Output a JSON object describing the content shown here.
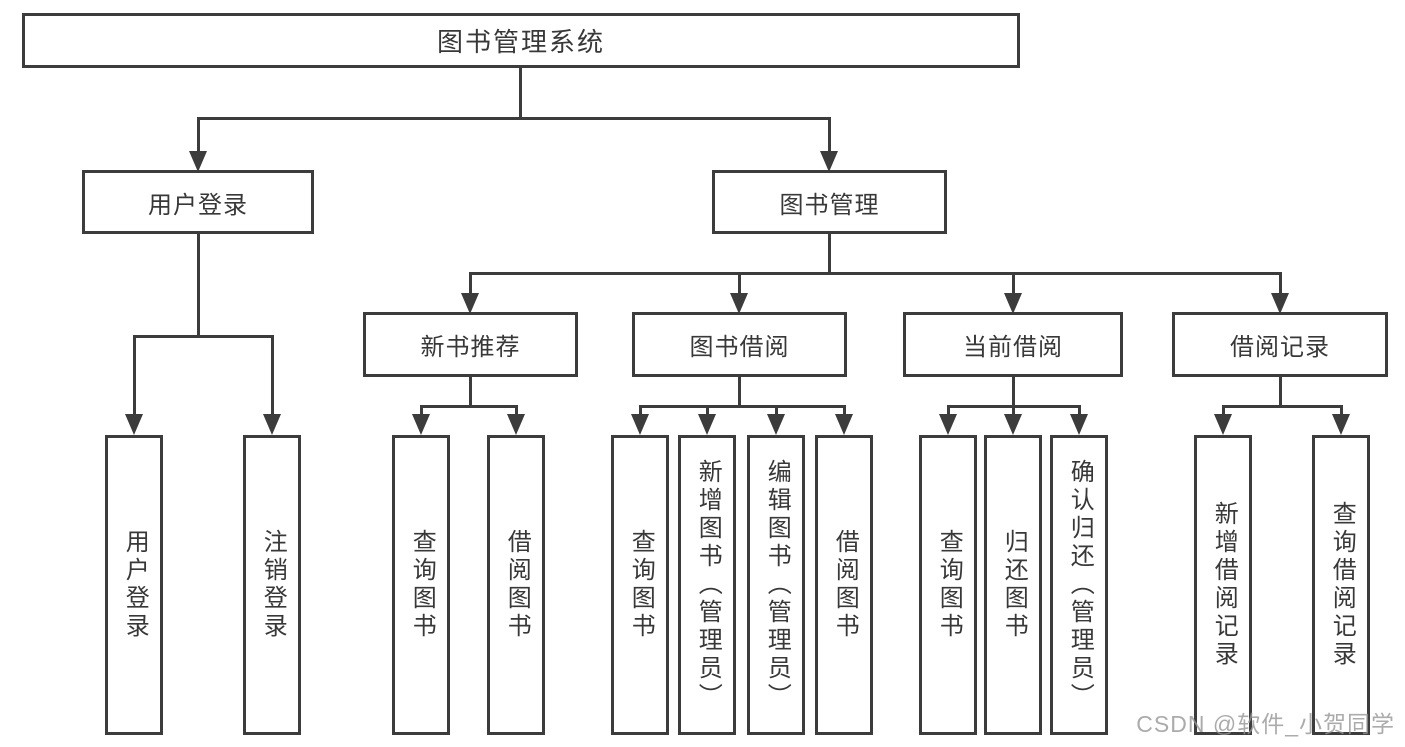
{
  "colors": {
    "line": "#3c3c3c",
    "box_border": "#3c3c3c",
    "text": "#383838",
    "background": "#ffffff",
    "watermark": "#969696"
  },
  "tree": {
    "root": {
      "label": "图书管理系统"
    },
    "level1": [
      {
        "label": "用户登录"
      },
      {
        "label": "图书管理"
      }
    ],
    "level2": [
      {
        "label": "新书推荐"
      },
      {
        "label": "图书借阅"
      },
      {
        "label": "当前借阅"
      },
      {
        "label": "借阅记录"
      }
    ],
    "leaves": [
      {
        "label": "用户登录"
      },
      {
        "label": "注销登录"
      },
      {
        "label": "查询图书"
      },
      {
        "label": "借阅图书"
      },
      {
        "label": "查询图书"
      },
      {
        "label": "新增图书（管理员）"
      },
      {
        "label": "编辑图书（管理员）"
      },
      {
        "label": "借阅图书"
      },
      {
        "label": "查询图书"
      },
      {
        "label": "归还图书"
      },
      {
        "label": "确认归还（管理员）"
      },
      {
        "label": "新增借阅记录"
      },
      {
        "label": "查询借阅记录"
      }
    ]
  },
  "watermark": {
    "text": "CSDN @软件_小贺同学"
  }
}
